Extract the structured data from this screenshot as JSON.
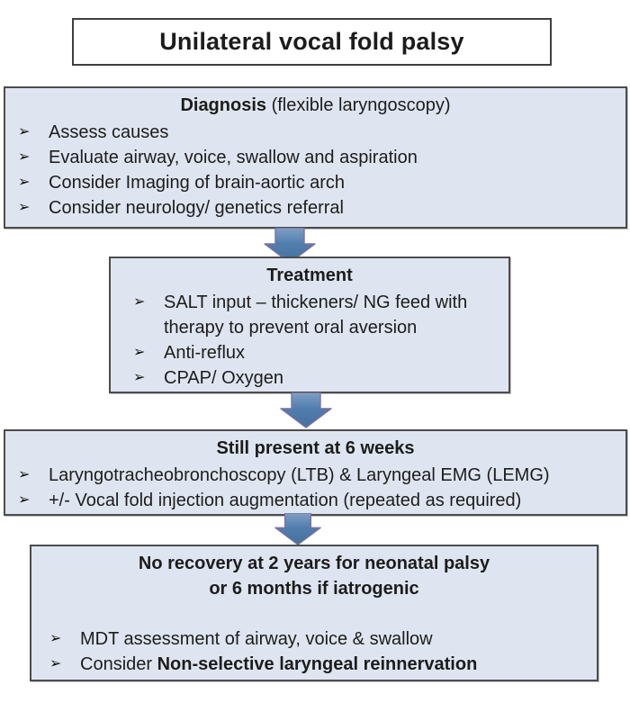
{
  "title": {
    "label": "Unilateral vocal fold palsy"
  },
  "bullet_glyph": "➢",
  "colors": {
    "box_fill": "#dfe5f0",
    "box_border": "#4c4c4c",
    "title_border": "#3f3f3f",
    "arrow_fill_light": "#7fa0c6",
    "arrow_fill_dark": "#44719e",
    "arrow_stroke": "#7e6f9b",
    "text": "#1c1c1c"
  },
  "icons": {
    "down_arrow": "block-arrow-down"
  },
  "boxes": [
    {
      "name": "diagnosis",
      "heading": {
        "bold": "Diagnosis",
        "normal": " (flexible laryngoscopy)"
      },
      "bullets": [
        {
          "text": "Assess causes"
        },
        {
          "text": "Evaluate airway, voice, swallow and aspiration"
        },
        {
          "text": "Consider Imaging of brain-aortic arch"
        },
        {
          "text": "Consider neurology/ genetics referral"
        }
      ]
    },
    {
      "name": "treatment",
      "heading": {
        "bold": "Treatment",
        "normal": ""
      },
      "bullets": [
        {
          "text": "SALT input – thickeners/ NG feed with therapy to prevent oral aversion"
        },
        {
          "text": "Anti-reflux"
        },
        {
          "text": "CPAP/ Oxygen"
        }
      ]
    },
    {
      "name": "still-present-at-6-weeks",
      "heading": {
        "bold": "Still present at 6 weeks",
        "normal": ""
      },
      "bullets": [
        {
          "text": "Laryngotracheobronchoscopy (LTB) & Laryngeal EMG (LEMG)"
        },
        {
          "text": "+/- Vocal fold injection augmentation (repeated as required)"
        }
      ]
    },
    {
      "name": "no-recovery",
      "heading": {
        "bold_line1": "No recovery at 2 years for neonatal palsy",
        "bold_line2": "or 6 months if iatrogenic"
      },
      "bullets": [
        {
          "text": "MDT assessment of airway, voice & swallow"
        },
        {
          "text_prefix": "Consider ",
          "text_bold": "Non-selective laryngeal reinnervation"
        }
      ]
    }
  ]
}
